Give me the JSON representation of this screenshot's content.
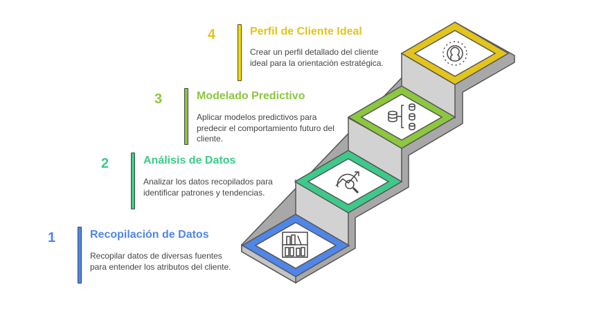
{
  "steps": [
    {
      "number": "1",
      "title": "Recopilación de Datos",
      "description": "Recopilar datos de diversas fuentes para entender los atributos del cliente.",
      "color": "#4f86e8",
      "icon": "bookshelf-icon"
    },
    {
      "number": "2",
      "title": "Análisis de Datos",
      "description": "Analizar los datos recopilados para identificar patrones y tendencias.",
      "color": "#3ec98a",
      "icon": "chart-magnifier-icon"
    },
    {
      "number": "3",
      "title": "Modelado Predictivo",
      "description": "Aplicar modelos predictivos para predecir el comportamiento futuro del cliente.",
      "color": "#8dc63f",
      "icon": "database-tree-icon"
    },
    {
      "number": "4",
      "title": "Perfil de Cliente Ideal",
      "description": "Crear un perfil detallado del cliente ideal para la orientación estratégica.",
      "color": "#e3c41a",
      "icon": "user-profile-icon"
    }
  ]
}
